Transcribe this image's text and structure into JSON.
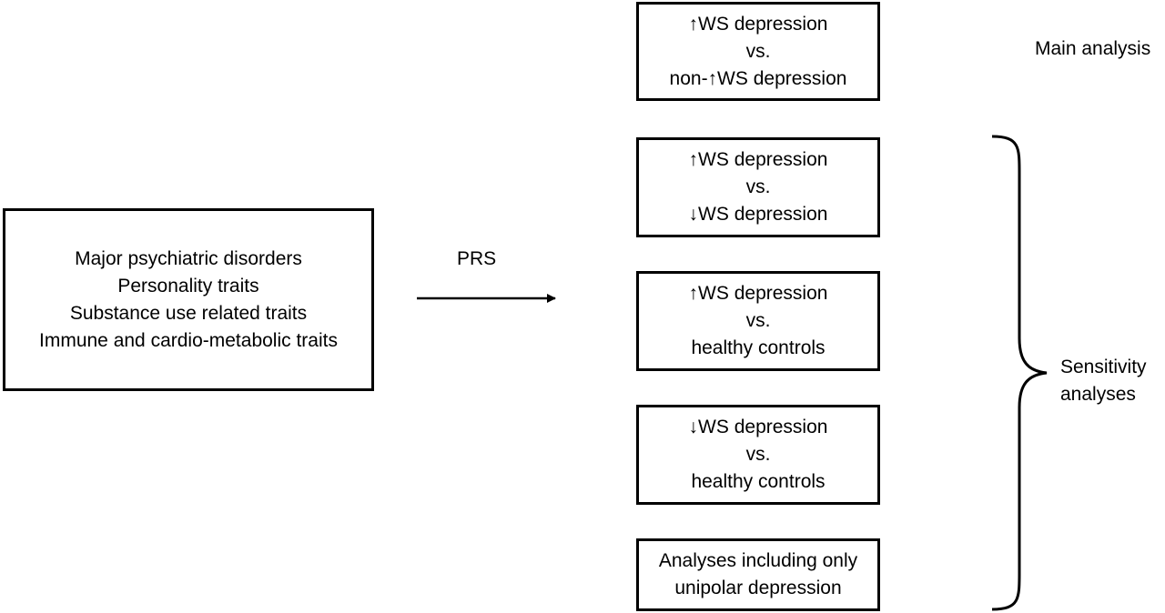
{
  "source_box": {
    "lines": [
      "Major psychiatric disorders",
      "Personality traits",
      "Substance use related traits",
      "Immune and cardio-metabolic traits"
    ]
  },
  "arrow": {
    "label": "PRS"
  },
  "main_box": {
    "lines": [
      "↑WS  depression",
      "vs.",
      "non-↑WS depression"
    ]
  },
  "main_label": "Main analysis",
  "sensitivity_boxes": [
    {
      "lines": [
        "↑WS depression",
        "vs.",
        "↓WS  depression"
      ]
    },
    {
      "lines": [
        "↑WS depression",
        "vs.",
        "healthy controls"
      ]
    },
    {
      "lines": [
        "↓WS  depression",
        "vs.",
        "healthy controls"
      ]
    },
    {
      "lines": [
        "Analyses including only",
        "unipolar depression"
      ]
    }
  ],
  "sensitivity_label": {
    "lines": [
      "Sensitivity",
      "analyses"
    ]
  }
}
